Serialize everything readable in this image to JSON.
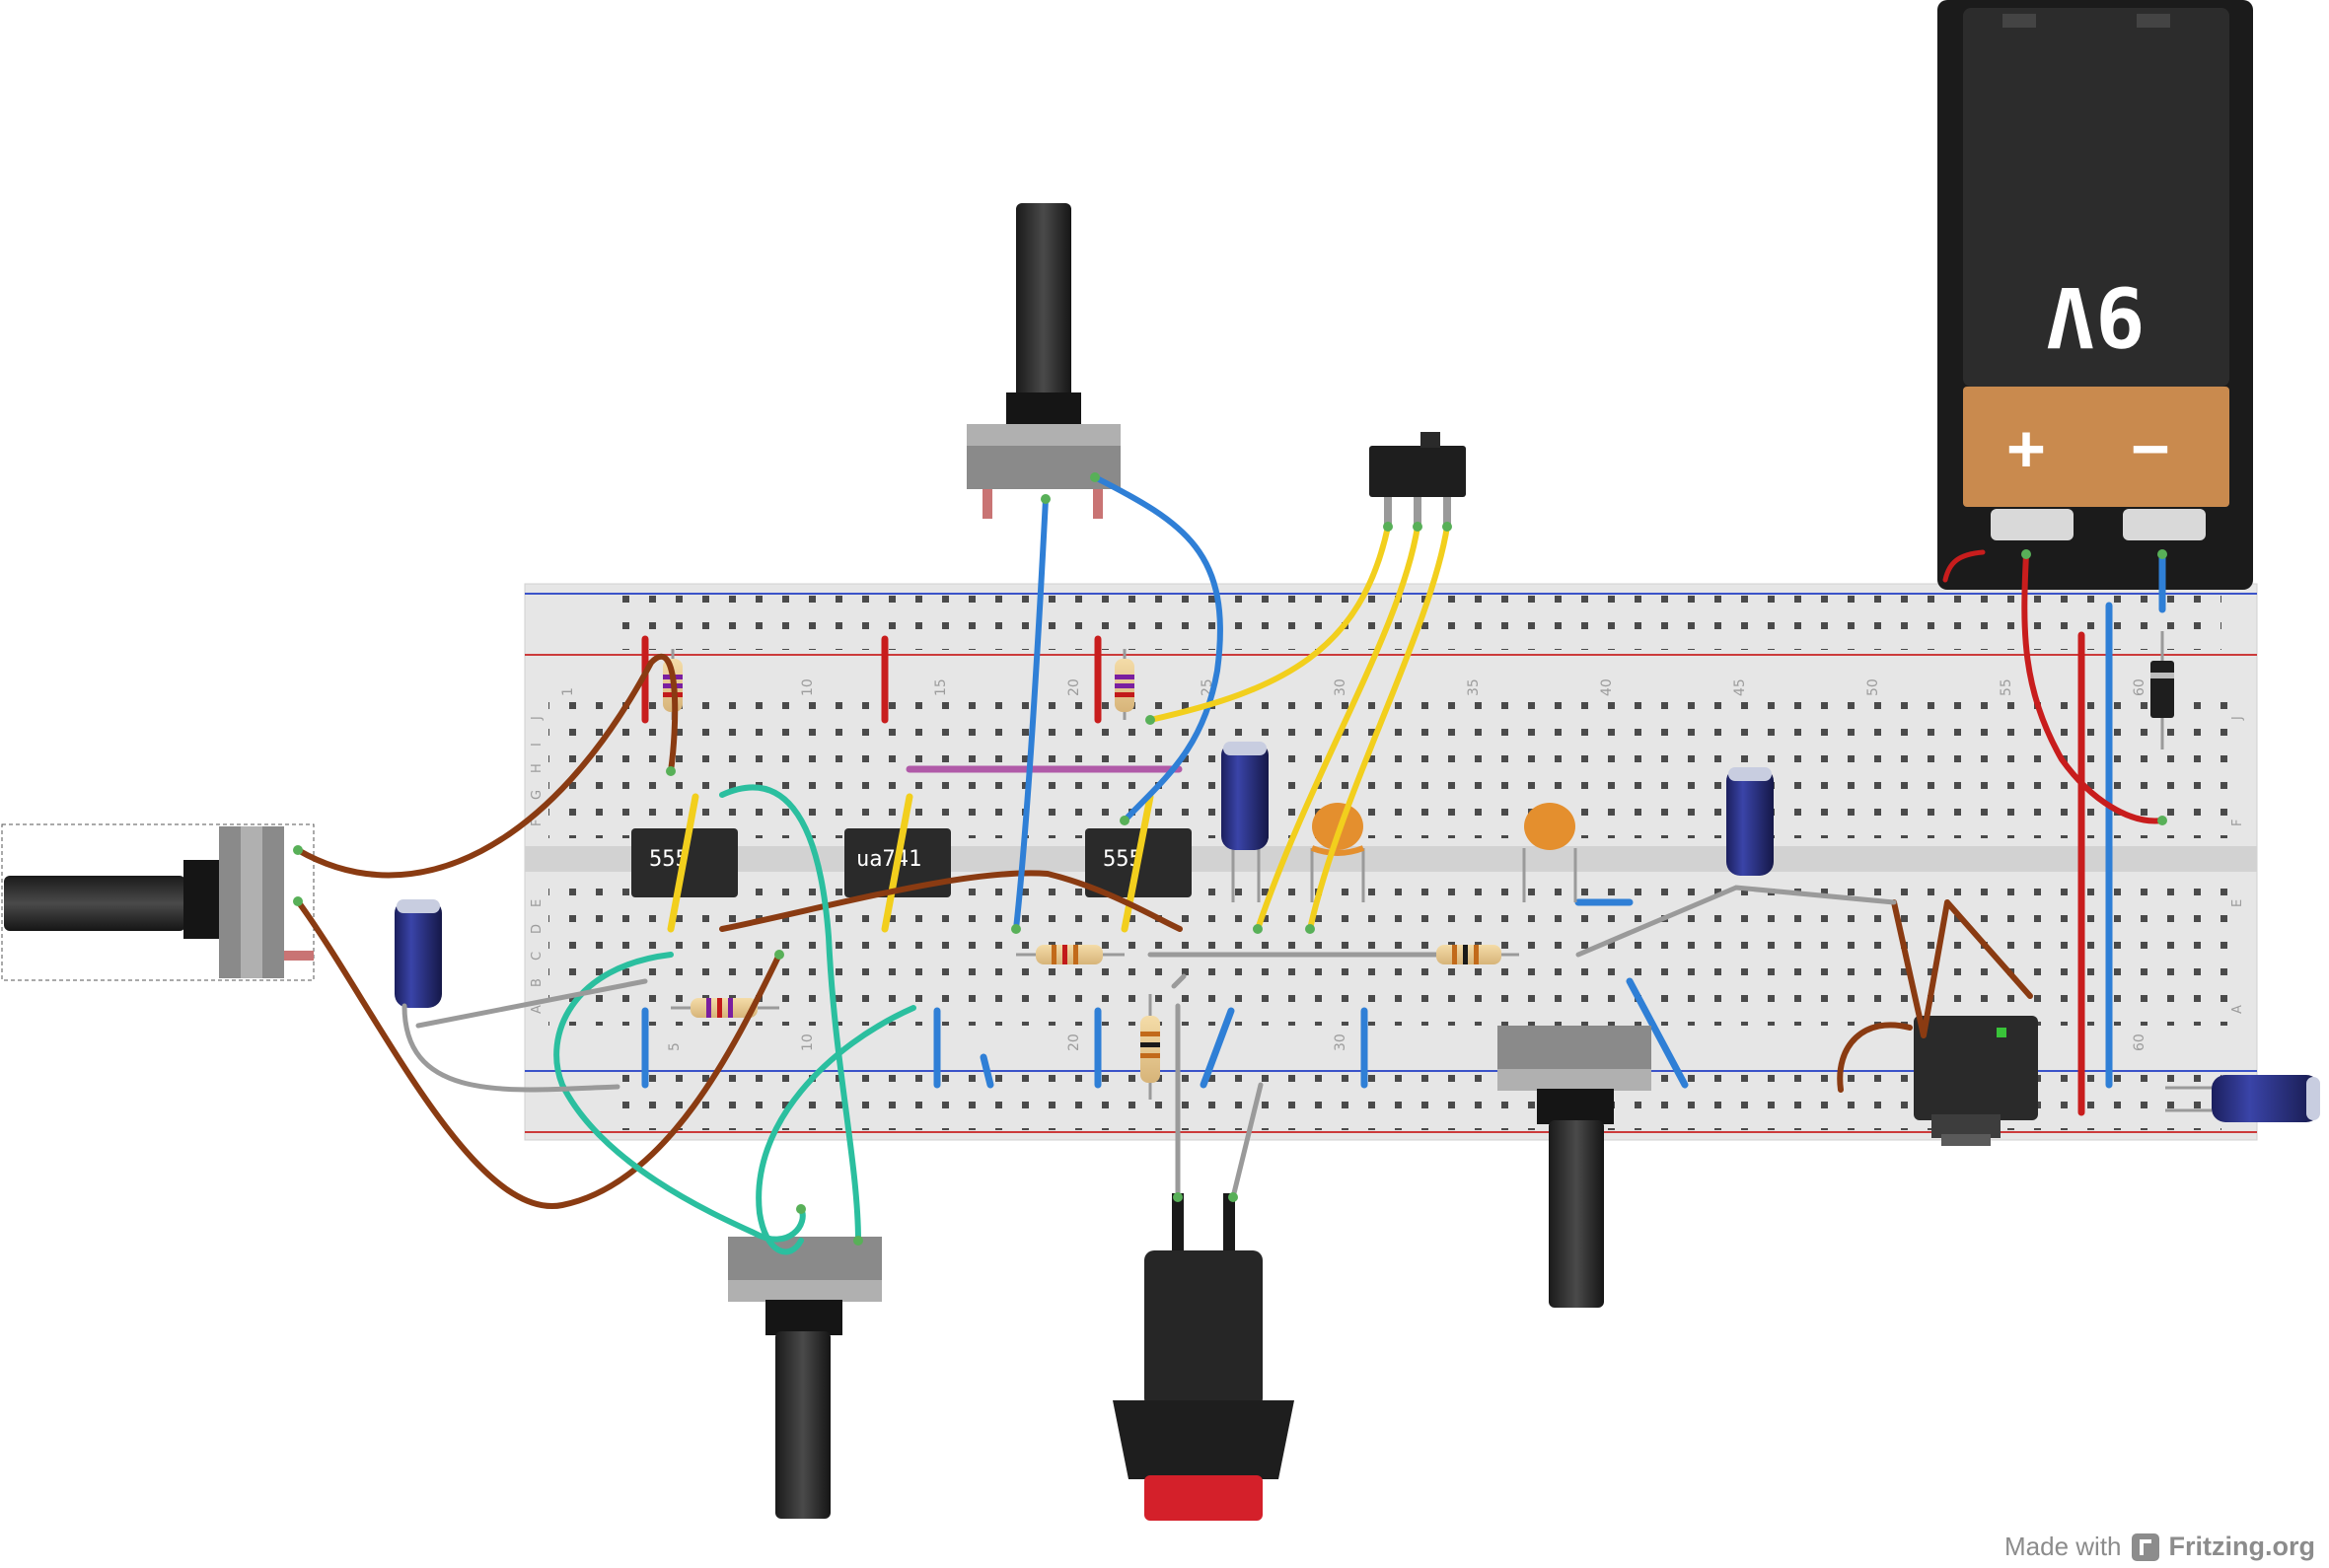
{
  "watermark": {
    "made_with": "Made with",
    "brand": "Fritzing.org"
  },
  "battery": {
    "label": "9V",
    "plus": "+",
    "minus": "−"
  },
  "chips": [
    {
      "label": "555"
    },
    {
      "label": "ua741"
    },
    {
      "label": "555"
    }
  ],
  "breadboard": {
    "column_numbers": [
      "1",
      "5",
      "10",
      "15",
      "20",
      "25",
      "30",
      "35",
      "40",
      "45",
      "50",
      "55",
      "60"
    ],
    "row_letters_top": [
      "J",
      "I",
      "H",
      "G",
      "F"
    ],
    "row_letters_bottom": [
      "E",
      "D",
      "C",
      "B",
      "A"
    ]
  },
  "colors": {
    "wire_brown": "#8a3b12",
    "wire_blue": "#2f7fd6",
    "wire_yellow": "#f2cf1d",
    "wire_teal": "#2bbf9f",
    "wire_red": "#c81d1d",
    "wire_gray": "#9a9a9a",
    "wire_purple": "#b05aa8",
    "board": "#e8e8e8",
    "battery_orange": "#c98a4e",
    "button_red": "#d4202a"
  }
}
